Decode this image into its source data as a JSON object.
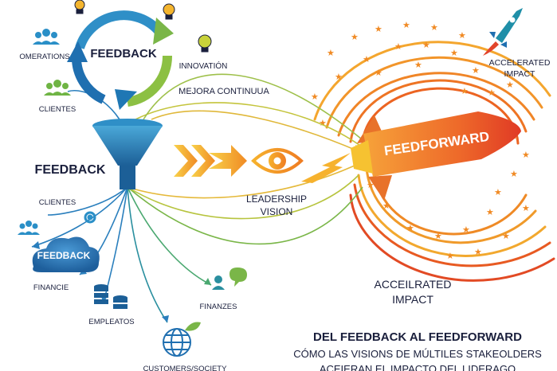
{
  "cycle": {
    "label": "FEEDBACK"
  },
  "funnel": {
    "label": "FEEDBACK"
  },
  "cloud": {
    "label": "FEEDBACK"
  },
  "rocket": {
    "label": "FEEDFORWARD"
  },
  "labels": {
    "operations": "OMERATIONS",
    "clientes_top": "CLIENTES",
    "innovation": "INNOVATIÓN",
    "mejora": "MEJORA CONTINUUA",
    "clientes_left": "CLIENTES",
    "financie": "FINANCIE",
    "empleados": "EMPLEATOS",
    "finanzes": "FINANZES",
    "customers": "CUSTOMERS/SOCIETY",
    "leadership_1": "LEADERSHIP",
    "leadership_2": "VISION",
    "accel_top_1": "ACCELERATED",
    "accel_top_2": "IMPACT",
    "accel_bottom_1": "ACCEILRATED",
    "accel_bottom_2": "IMPACT"
  },
  "title": {
    "line1": "DEL FEEDBACK AL FEEDFORWARD",
    "line2": "CÓMO LAS VISIONS DE MÚLTILES STAKEOLDERS",
    "line3": "ACEIERAN EL IMPACTO DEL LIDERAGO"
  },
  "colors": {
    "navy": "#1a1f3c",
    "blue": "#1f77b4",
    "green": "#7ab648",
    "yellow": "#f5b52e",
    "orange": "#ef7d22",
    "red": "#e2452b"
  }
}
